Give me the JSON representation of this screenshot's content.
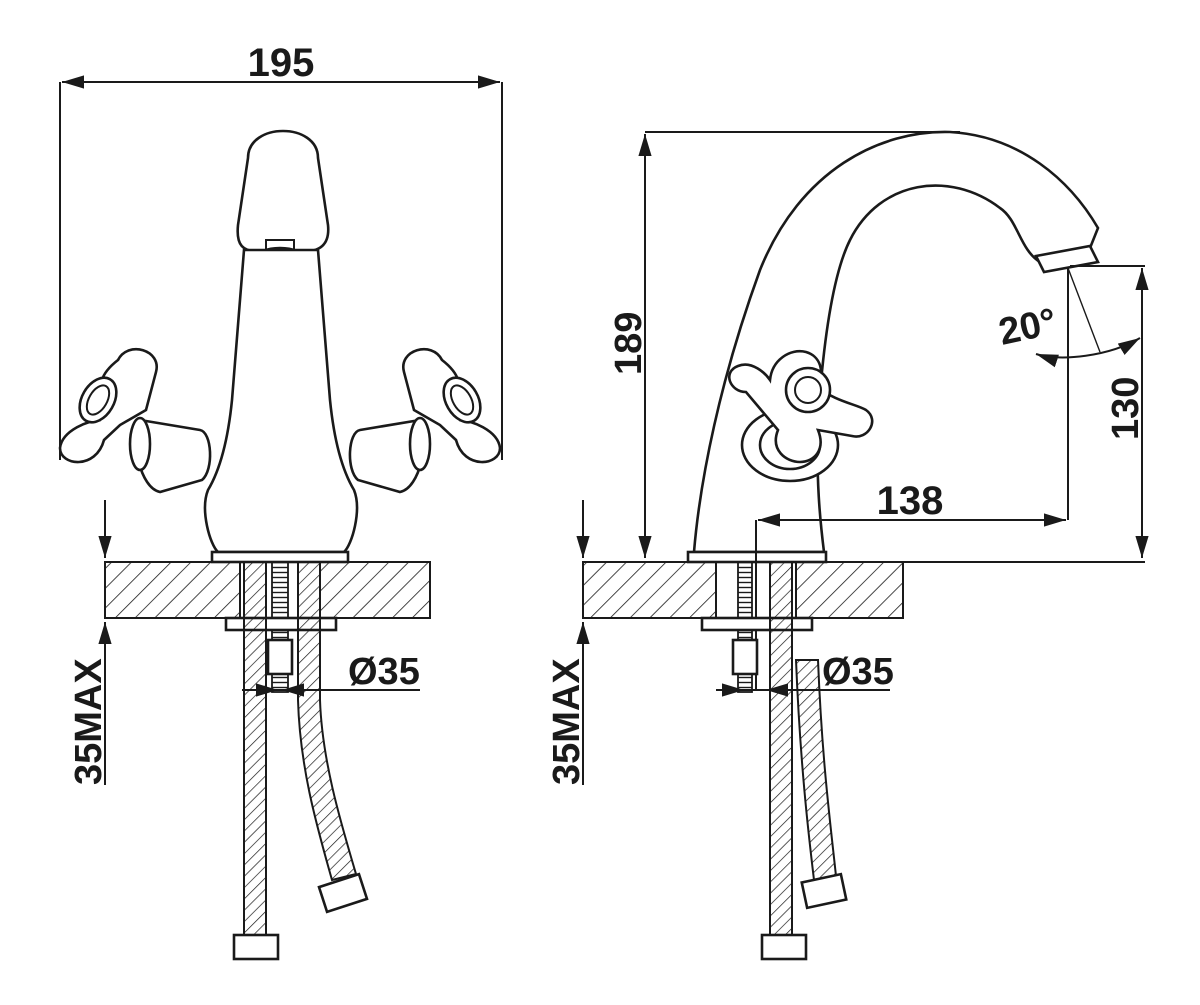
{
  "front_view": {
    "width_dim": "195",
    "hole_dim": "Ø35",
    "max_dim": "35MAX"
  },
  "side_view": {
    "height_dim": "189",
    "spout_height_dim": "130",
    "reach_dim": "138",
    "angle_dim": "20°",
    "hole_dim": "Ø35",
    "max_dim": "35MAX"
  }
}
